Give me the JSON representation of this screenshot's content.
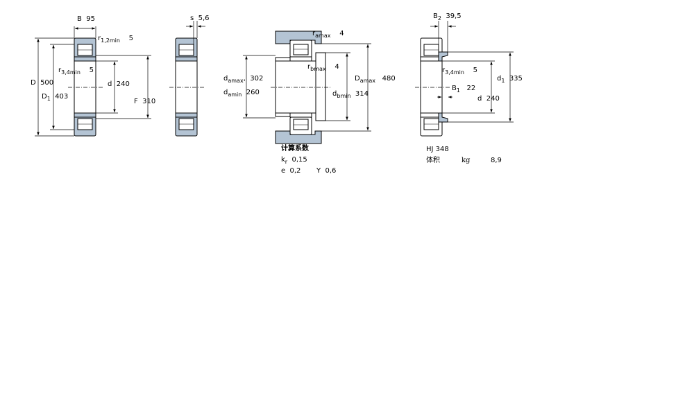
{
  "view1": {
    "B": {
      "sym": "B",
      "val": "95"
    },
    "r12": {
      "sym": "r",
      "sub": "1,2min",
      "val": "5"
    },
    "r34": {
      "sym": "r",
      "sub": "3,4min",
      "val": "5"
    },
    "D": {
      "sym": "D",
      "val": "500"
    },
    "D1": {
      "sym": "D",
      "sub": "1",
      "val": "403"
    },
    "d": {
      "sym": "d",
      "val": "240"
    },
    "F": {
      "sym": "F",
      "val": "310"
    }
  },
  "view2": {
    "s": {
      "sym": "s",
      "val": "5,6"
    }
  },
  "view3": {
    "ra": {
      "sym": "r",
      "sub": "amax",
      "val": "4"
    },
    "rb": {
      "sym": "r",
      "sub": "bmax",
      "val": "4"
    },
    "damax": {
      "sym": "d",
      "sub": "amax",
      "val": "302"
    },
    "damin": {
      "sym": "d",
      "sub": "amin",
      "val": "260"
    },
    "dbmin": {
      "sym": "d",
      "sub": "bmin",
      "val": "314"
    },
    "Damax": {
      "sym": "D",
      "sub": "amax",
      "val": "480"
    }
  },
  "calc": {
    "title": "计算系数",
    "kr": {
      "sym": "k",
      "sub": "r",
      "val": "0,15"
    },
    "e": {
      "sym": "e",
      "val": "0,2"
    },
    "Y": {
      "sym": "Y",
      "val": "0,6"
    }
  },
  "view4": {
    "B2": {
      "sym": "B",
      "sub": "2",
      "val": "39,5"
    },
    "r34": {
      "sym": "r",
      "sub": "3,4min",
      "val": "5"
    },
    "B1": {
      "sym": "B",
      "sub": "1",
      "val": "22"
    },
    "d1": {
      "sym": "d",
      "sub": "1",
      "val": "335"
    },
    "d": {
      "sym": "d",
      "val": "240"
    },
    "ring": "HJ 348",
    "mass_label": "体积",
    "mass_unit": "kg",
    "mass_val": "8,9"
  },
  "colors": {
    "steel": "#b4c4d4",
    "outline": "#000000"
  }
}
